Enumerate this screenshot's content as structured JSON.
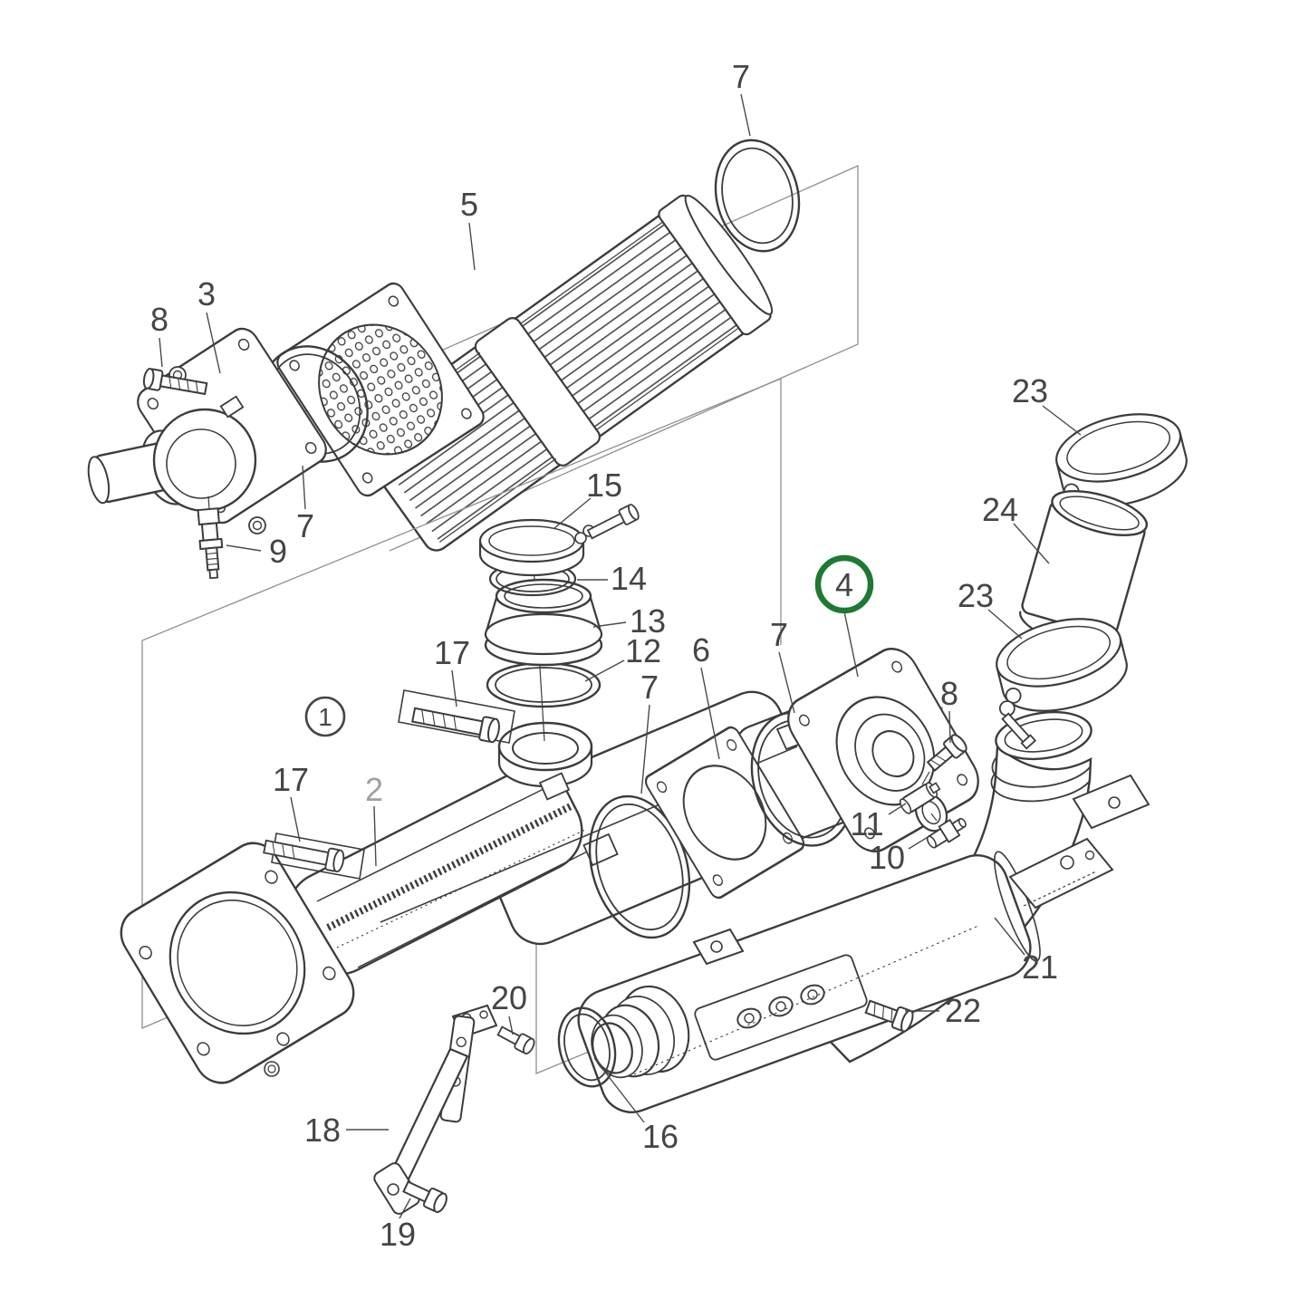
{
  "app": {
    "type": "exploded-parts-diagram",
    "subject": "Heat exchanger / charge air cooler assembly exploded view",
    "highlighted_part": "4",
    "total_callouts": 30
  },
  "style": {
    "background": "#ffffff",
    "line_color": "#3c3c3c",
    "frame_line_color": "#8f8f8f",
    "label_color": "#454545",
    "muted_label_color": "#a0a0a0",
    "highlight_circle_color": "#1e7a32"
  },
  "callouts": {
    "n1": {
      "text": "1",
      "style": "circled"
    },
    "n2": {
      "text": "2",
      "style": "muted"
    },
    "n3": {
      "text": "3",
      "style": "plain"
    },
    "n4": {
      "text": "4",
      "style": "highlighted-green-circle"
    },
    "n5": {
      "text": "5",
      "style": "plain"
    },
    "n6": {
      "text": "6",
      "style": "plain"
    },
    "n7a": {
      "text": "7",
      "style": "plain"
    },
    "n7b": {
      "text": "7",
      "style": "plain"
    },
    "n7c": {
      "text": "7",
      "style": "plain"
    },
    "n7d": {
      "text": "7",
      "style": "plain"
    },
    "n8a": {
      "text": "8",
      "style": "plain"
    },
    "n8b": {
      "text": "8",
      "style": "plain"
    },
    "n9": {
      "text": "9",
      "style": "plain"
    },
    "n10": {
      "text": "10",
      "style": "plain"
    },
    "n11": {
      "text": "11",
      "style": "plain"
    },
    "n12": {
      "text": "12",
      "style": "plain"
    },
    "n13": {
      "text": "13",
      "style": "plain"
    },
    "n14": {
      "text": "14",
      "style": "plain"
    },
    "n15": {
      "text": "15",
      "style": "plain"
    },
    "n16": {
      "text": "16",
      "style": "plain"
    },
    "n17a": {
      "text": "17",
      "style": "plain"
    },
    "n17b": {
      "text": "17",
      "style": "plain"
    },
    "n18": {
      "text": "18",
      "style": "plain"
    },
    "n19": {
      "text": "19",
      "style": "plain"
    },
    "n20": {
      "text": "20",
      "style": "plain"
    },
    "n21": {
      "text": "21",
      "style": "plain"
    },
    "n22": {
      "text": "22",
      "style": "plain"
    },
    "n23a": {
      "text": "23",
      "style": "plain"
    },
    "n23b": {
      "text": "23",
      "style": "plain"
    },
    "n24": {
      "text": "24",
      "style": "plain"
    }
  }
}
